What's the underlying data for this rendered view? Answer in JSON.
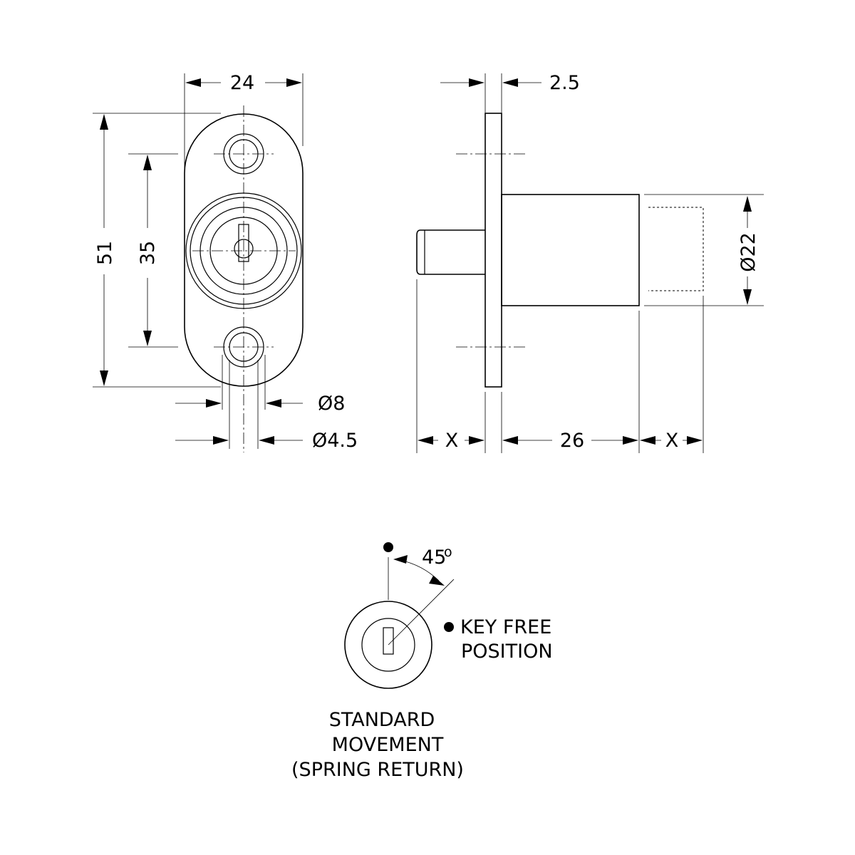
{
  "front_view": {
    "width_dim": "24",
    "height_dim": "51",
    "hole_spacing_dim": "35",
    "head_diameter_dim": "Ø8",
    "hole_diameter_dim": "Ø4.5"
  },
  "side_view": {
    "flange_thickness_dim": "2.5",
    "body_diameter_dim": "Ø22",
    "body_length_dim": "26",
    "projection_left_dim": "X",
    "projection_right_dim": "X"
  },
  "key_view": {
    "angle_label": "45",
    "angle_unit": "o",
    "key_free_line1": "KEY FREE",
    "key_free_line2": "POSITION",
    "movement_line1": "STANDARD",
    "movement_line2": "MOVEMENT",
    "movement_line3": "(SPRING RETURN)"
  }
}
